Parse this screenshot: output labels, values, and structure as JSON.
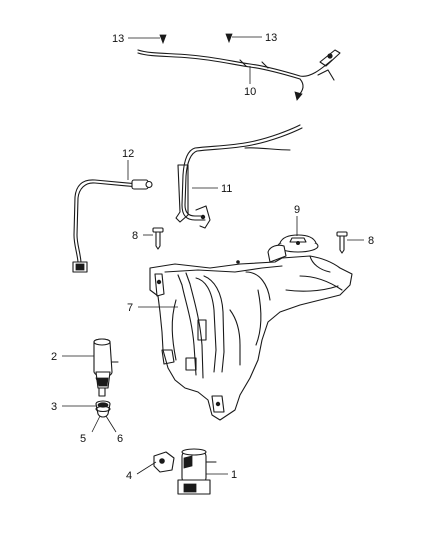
{
  "callouts": {
    "c1": "1",
    "c2": "2",
    "c3": "3",
    "c4": "4",
    "c5": "5",
    "c6": "6",
    "c7": "7",
    "c8a": "8",
    "c8b": "8",
    "c9": "9",
    "c10": "10",
    "c11": "11",
    "c12": "12",
    "c13a": "13",
    "c13b": "13"
  },
  "colors": {
    "line": "#1a1a1a",
    "background": "#ffffff"
  }
}
